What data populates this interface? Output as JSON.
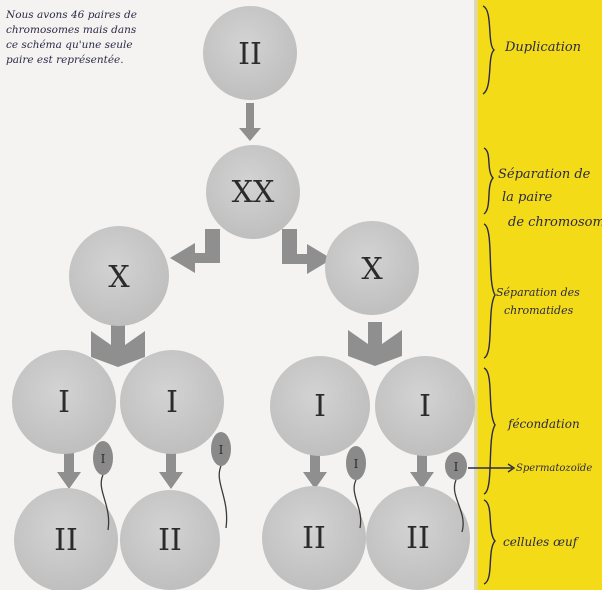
{
  "note": "Nous avons 46 paires de\nchromosomes mais dans\nce schéma qu'une seule\npaire est représentée.",
  "cells": {
    "top": "II",
    "pair": "XX",
    "left": "X",
    "right": "X",
    "l1": "I",
    "l2": "I",
    "r1": "I",
    "r2": "I",
    "b1": "II",
    "b2": "II",
    "b3": "II",
    "b4": "II"
  },
  "sperm_label": "I",
  "annotations": {
    "duplication": "Duplication",
    "separation_pair_1": "Séparation de",
    "separation_pair_2": "la paire",
    "separation_pair_3": "de chromosom",
    "separation_chromatids_1": "Séparation des",
    "separation_chromatids_2": "chromatides",
    "fecondation": "fécondation",
    "spermatozoide": "Spermatozoïde",
    "cellules_oeuf": "cellules œuf"
  },
  "colors": {
    "cell": "#c8c8c8",
    "arrow": "#8f8f8f",
    "sperm": "#8a8a8a",
    "side_panel": "#f4db17",
    "ink": "#2a2a46"
  }
}
